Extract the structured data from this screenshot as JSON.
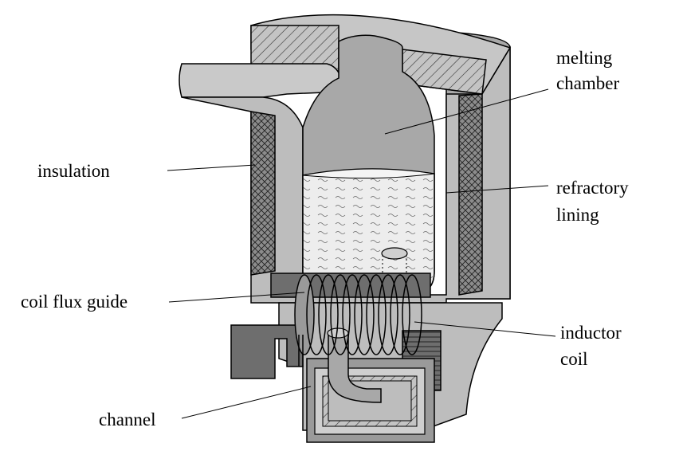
{
  "diagram": {
    "labels": {
      "melting_chamber_line1": "melting",
      "melting_chamber_line2": "chamber",
      "insulation": "insulation",
      "refractory_lining_line1": "refractory",
      "refractory_lining_line2": "lining",
      "coil_flux_guide": "coil flux guide",
      "inductor_coil_line1": "inductor",
      "inductor_coil_line2": "coil",
      "channel": "channel"
    },
    "colors": {
      "background": "#ffffff",
      "furnace_body": "#bdbdbd",
      "furnace_side": "#a9a9a9",
      "interior": "#a8a8a8",
      "melt": "#ececec",
      "core_iron": "#6e6e6e",
      "coil": "#9a9a9a",
      "outline": "#000000"
    }
  }
}
